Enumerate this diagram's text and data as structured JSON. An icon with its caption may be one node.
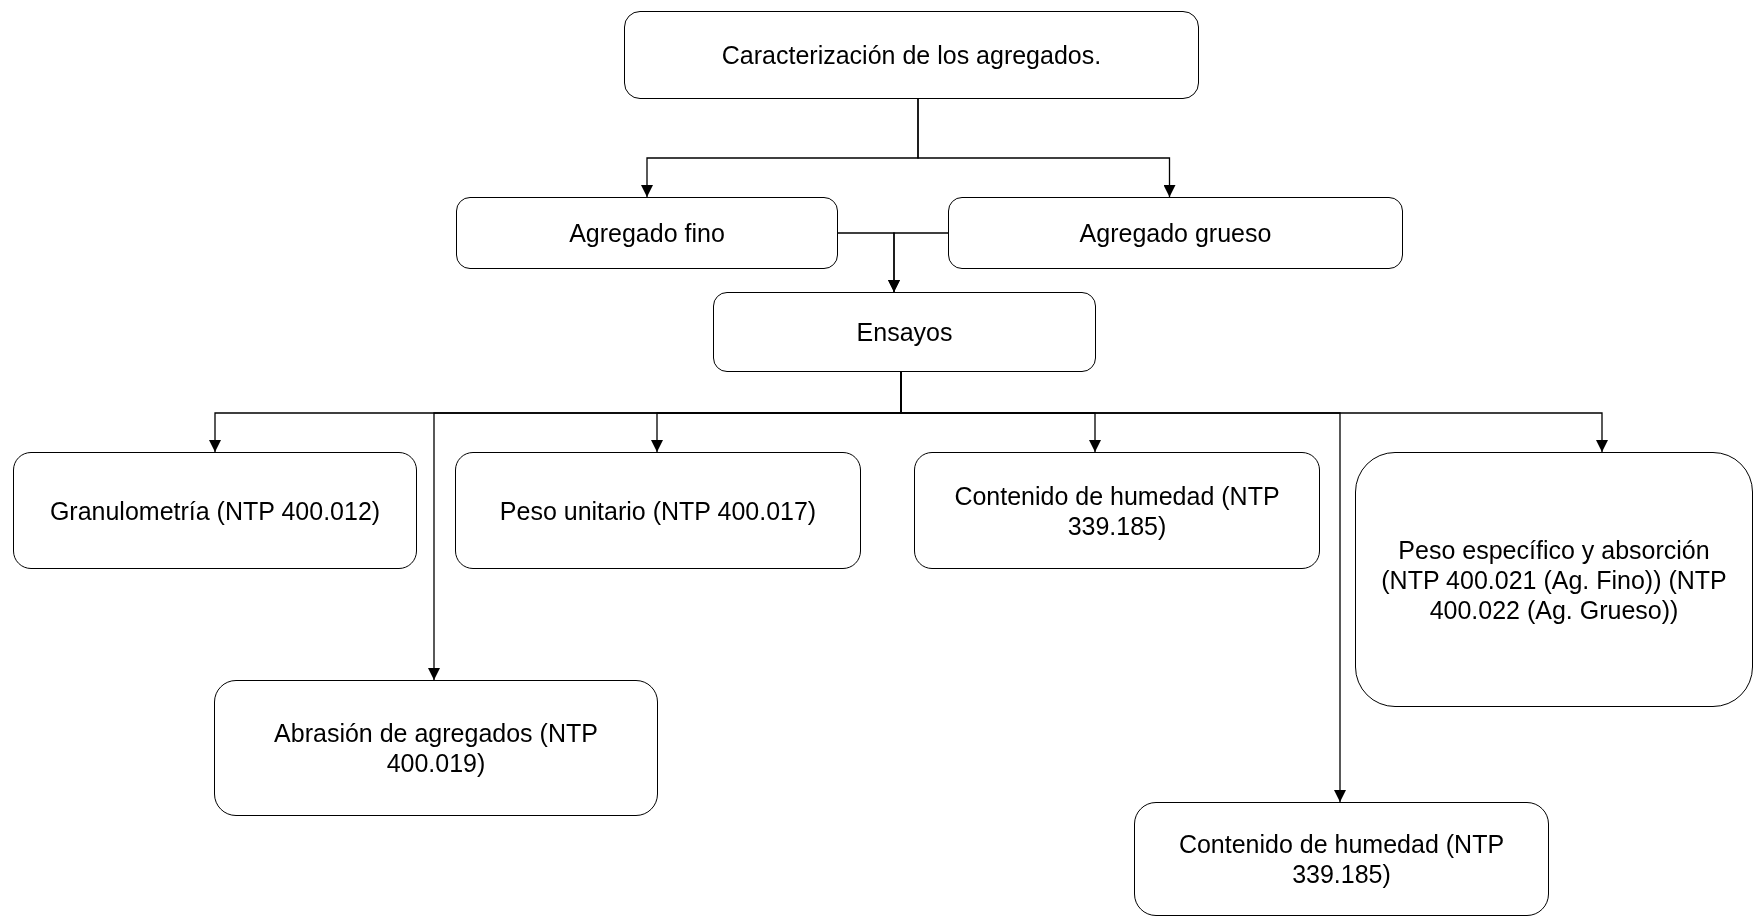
{
  "diagram": {
    "nodes": [
      {
        "text": [
          "Caracterización de los agregados."
        ]
      },
      {
        "text": [
          "Agregado fino"
        ]
      },
      {
        "text": [
          "Agregado grueso"
        ]
      },
      {
        "text": [
          "Ensayos"
        ]
      },
      {
        "text": [
          "Granulometría (NTP 400.012)"
        ]
      },
      {
        "text": [
          "Peso unitario (NTP 400.017)"
        ]
      },
      {
        "text": [
          "Contenido de humedad (NTP 339.185)"
        ]
      },
      {
        "text": [
          "Peso específico y absorción (NTP 400.021 (Ag. Fino)) (NTP 400.022 (Ag. Grueso))"
        ]
      },
      {
        "text": [
          "Abrasión de agregados (NTP 400.019)"
        ]
      },
      {
        "text": [
          "Contenido de humedad (NTP 339.185)"
        ]
      }
    ],
    "edges": [
      {
        "from": 0,
        "to": 1,
        "arrow": "to"
      },
      {
        "from": 0,
        "to": 2,
        "arrow": "to"
      },
      {
        "from": 1,
        "to": 3,
        "arrow": "to"
      },
      {
        "from": 2,
        "to": 3,
        "arrow": "to"
      },
      {
        "from": 3,
        "to": 4,
        "arrow": "to"
      },
      {
        "from": 3,
        "to": 8,
        "arrow": "to"
      },
      {
        "from": 3,
        "to": 5,
        "arrow": "to"
      },
      {
        "from": 3,
        "to": 6,
        "arrow": "to"
      },
      {
        "from": 3,
        "to": 9,
        "arrow": "to"
      },
      {
        "from": 3,
        "to": 7,
        "arrow": "to"
      }
    ]
  }
}
